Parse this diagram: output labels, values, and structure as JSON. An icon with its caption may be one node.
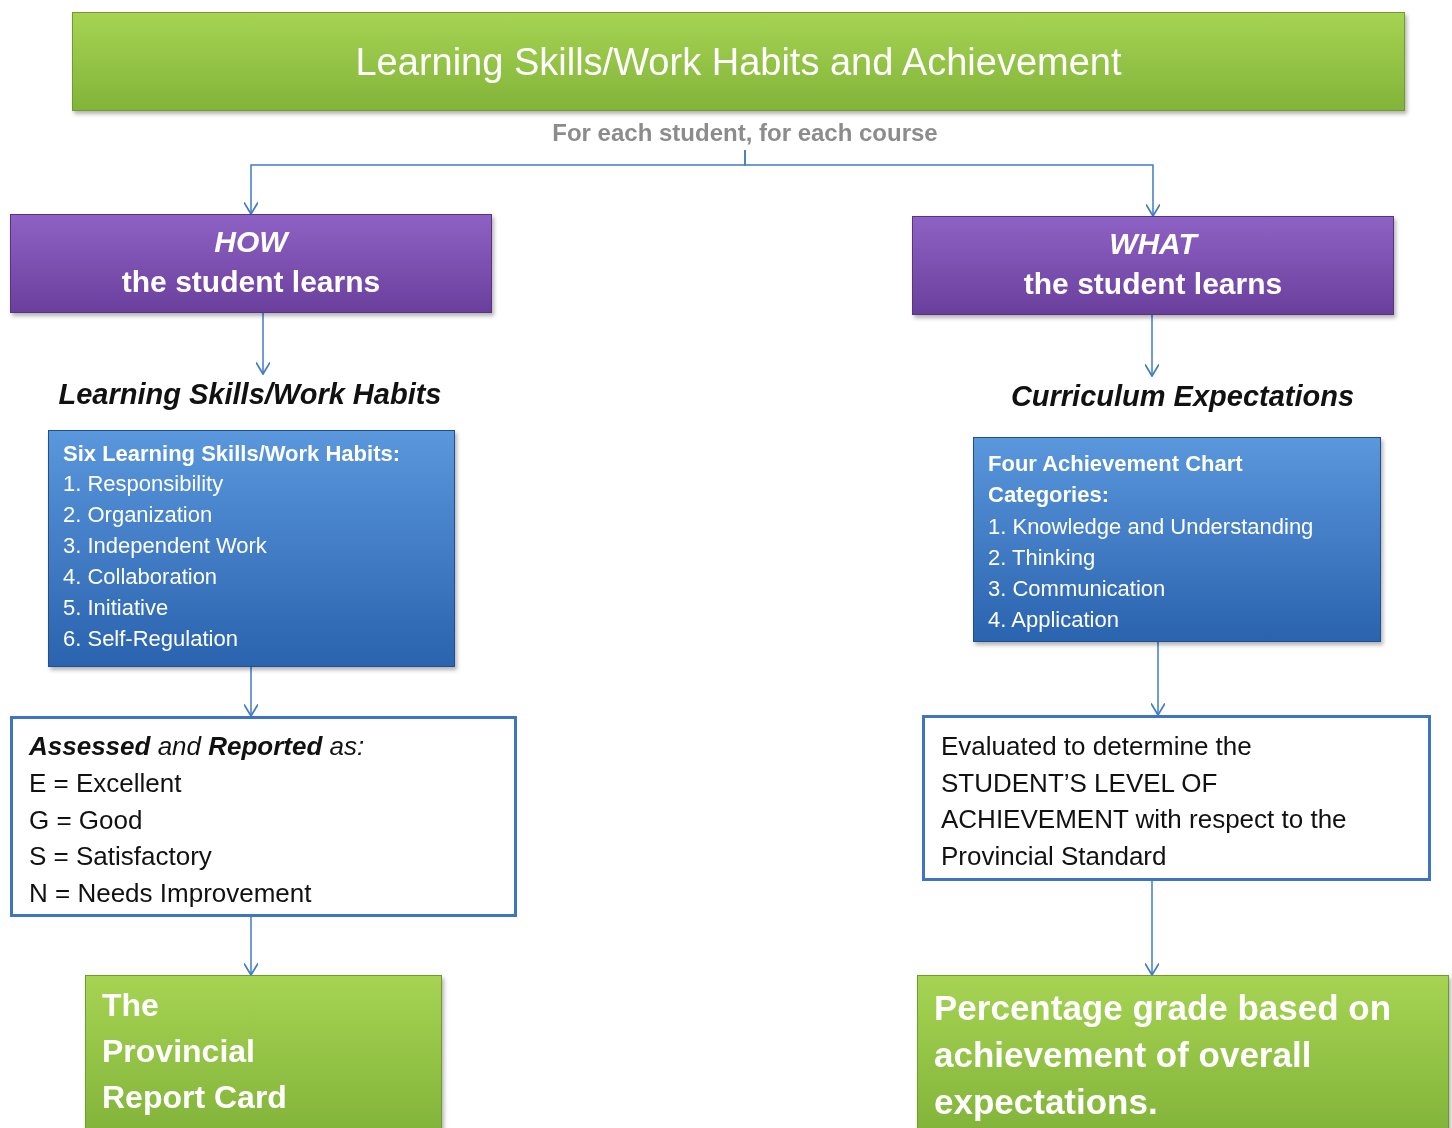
{
  "diagram": {
    "nodes": [
      {
        "text": [
          "Learning Skills/Work Habits and Achievement"
        ]
      },
      {
        "text": [
          "For each student, for each course"
        ]
      },
      {
        "text": [
          "HOW",
          "the student learns"
        ]
      },
      {
        "text": [
          "Learning Skills/Work Habits"
        ]
      },
      {
        "text": [
          "Six Learning Skills/Work Habits:",
          "1. Responsibility",
          "2. Organization",
          "3. Independent Work",
          "4. Collaboration",
          "5. Initiative",
          "6. Self-Regulation"
        ]
      },
      {
        "text": [
          "**Assessed** and **Reported** as:",
          "E = Excellent",
          "G = Good",
          "S = Satisfactory",
          "N = Needs Improvement"
        ]
      },
      {
        "text": [
          "The Provincial Report Card"
        ]
      },
      {
        "text": [
          "WHAT",
          "the student learns"
        ]
      },
      {
        "text": [
          "Curriculum Expectations"
        ]
      },
      {
        "text": [
          "Four Achievement Chart Categories:",
          "1. Knowledge and Understanding",
          "2. Thinking",
          "3. Communication",
          "4. Application"
        ]
      },
      {
        "text": [
          "Evaluated to determine the STUDENT’S LEVEL OF ACHIEVEMENT with respect to the Provincial Standard"
        ]
      },
      {
        "text": [
          "Percentage grade based on achievement of overall expectations."
        ]
      }
    ],
    "edges": [
      {
        "from": 1,
        "to": 2,
        "arrow": "to"
      },
      {
        "from": 1,
        "to": 7,
        "arrow": "to"
      },
      {
        "from": 2,
        "to": 3,
        "arrow": "to"
      },
      {
        "from": 4,
        "to": 5,
        "arrow": "to"
      },
      {
        "from": 5,
        "to": 6,
        "arrow": "to"
      },
      {
        "from": 7,
        "to": 8,
        "arrow": "to"
      },
      {
        "from": 9,
        "to": 10,
        "arrow": "to"
      },
      {
        "from": 10,
        "to": 11,
        "arrow": "to"
      }
    ]
  }
}
